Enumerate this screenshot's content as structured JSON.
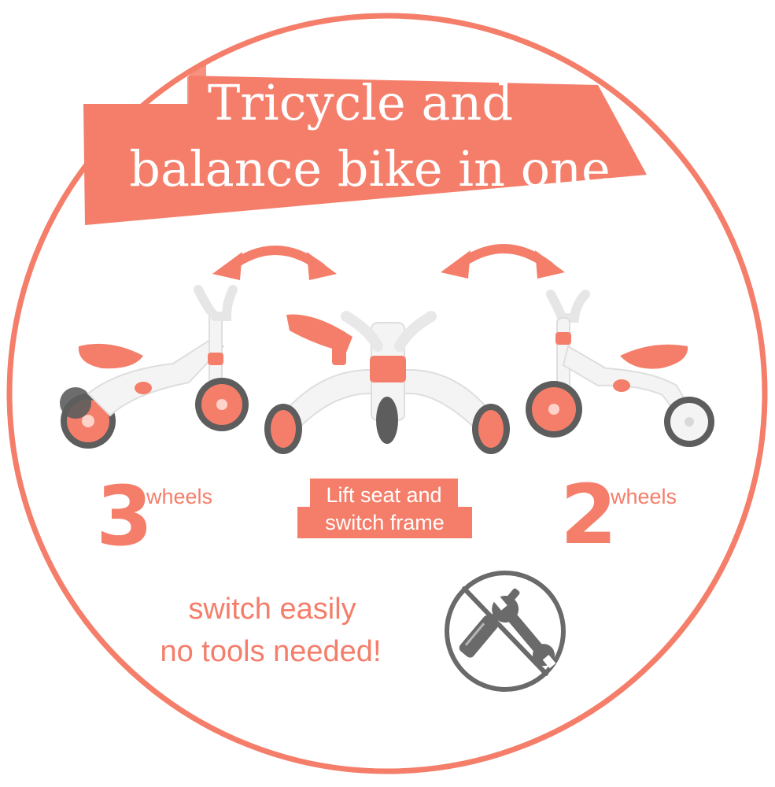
{
  "colors": {
    "accent": "#f47e6a",
    "bike_white": "#f4f4f4",
    "tire": "#5d5d5d",
    "tool_gray": "#6a6a6a",
    "background": "#ffffff"
  },
  "headline": {
    "line1": "Tricycle and",
    "line2": "balance bike in one"
  },
  "modes": {
    "three": {
      "number": "3",
      "label": "wheels"
    },
    "center": {
      "line1": "Lift seat and",
      "line2": "switch frame"
    },
    "two": {
      "number": "2",
      "label": "wheels"
    }
  },
  "tagline": {
    "line1": "switch easily",
    "line2": "no tools needed!"
  },
  "icons": {
    "arrows": "double-curved-arrow-icon",
    "no_tools": "no-tools-icon"
  }
}
